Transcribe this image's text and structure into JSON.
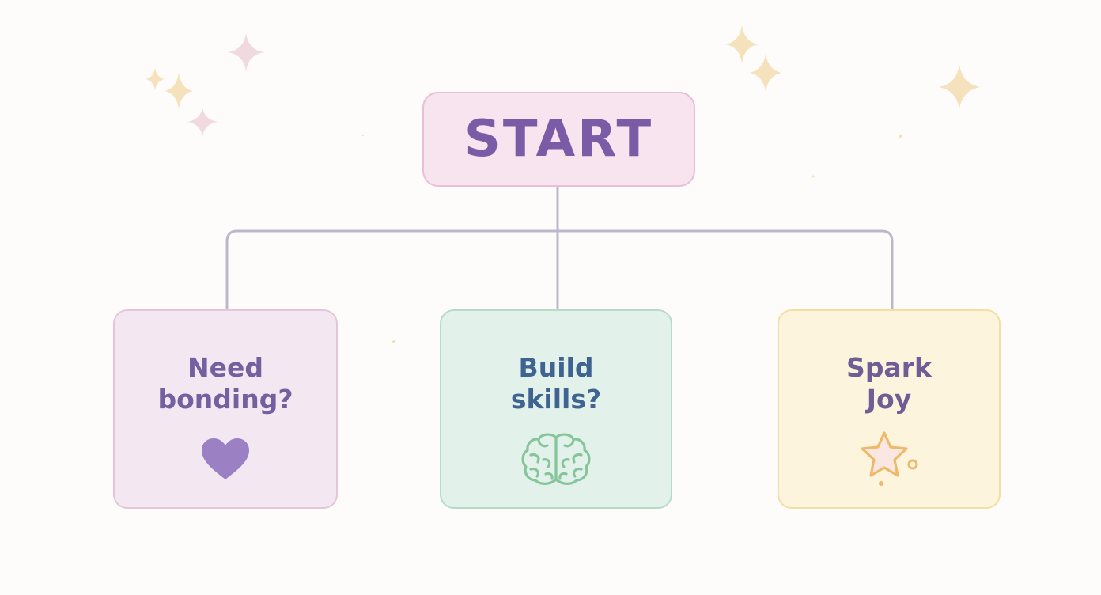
{
  "diagram": {
    "root": {
      "label": "START",
      "text_color": "#7b5aa6",
      "fill": "#f7e4ef",
      "border": "#e8bfd5"
    },
    "choices": [
      {
        "label_line1": "Need",
        "label_line2": "bonding?",
        "icon": "heart-icon",
        "text_color": "#74609e",
        "fill": "#f3e7f2",
        "border": "#e6c5da",
        "icon_color": "#9b80c4"
      },
      {
        "label_line1": "Build",
        "label_line2": "skills?",
        "icon": "brain-icon",
        "text_color": "#3f6491",
        "fill": "#e2f2ea",
        "border": "#b5dcc6",
        "icon_color": "#86c59c"
      },
      {
        "label_line1": "Spark",
        "label_line2": "Joy",
        "icon": "star-icon",
        "text_color": "#6f5d96",
        "fill": "#fdf4dd",
        "border": "#f3dfa4",
        "icon_color": "#efb96b"
      }
    ],
    "connector_color": "#bdb7cc",
    "decorations": {
      "sparkle-icon": "#f5e1bd",
      "pink-sparkle": "#f1d8dd"
    }
  }
}
